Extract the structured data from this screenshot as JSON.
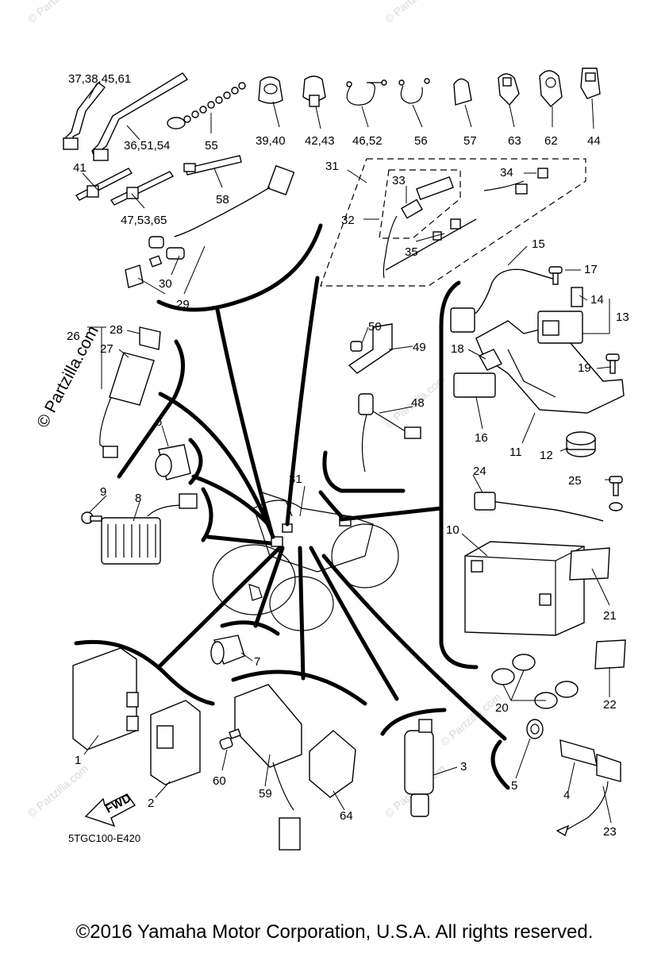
{
  "watermark": {
    "side_text": "© Partzilla.com",
    "corner_text": "© Partzilla.com"
  },
  "diagram_code": "5TGC100-E420",
  "fwd_label": "FWD",
  "copyright": "©2016 Yamaha Motor Corporation, U.S.A. All rights reserved.",
  "callouts": {
    "c37": "37,38,45,61",
    "c36": "36,51,54",
    "c55": "55",
    "c39": "39,40",
    "c42": "42,43",
    "c46": "46,52",
    "c56": "56",
    "c57": "57",
    "c63": "63",
    "c62": "62",
    "c44": "44",
    "c41": "41",
    "c47": "47,53,65",
    "c58": "58",
    "c30": "30",
    "c29": "29",
    "c31a": "31",
    "c33": "33",
    "c34": "34",
    "c32": "32",
    "c35": "35",
    "c15": "15",
    "c17": "17",
    "c14": "14",
    "c13": "13",
    "c18": "18",
    "c19": "19",
    "c16": "16",
    "c11": "11",
    "c12": "12",
    "c26": "26",
    "c28": "28",
    "c27": "27",
    "c6": "6",
    "c9": "9",
    "c8": "8",
    "c50": "50",
    "c49": "49",
    "c48": "48",
    "c31b": "31",
    "c24": "24",
    "c25": "25",
    "c10": "10",
    "c21": "21",
    "c22": "22",
    "c20": "20",
    "c7": "7",
    "c1": "1",
    "c2": "2",
    "c60": "60",
    "c59": "59",
    "c64": "64",
    "c3": "3",
    "c5": "5",
    "c4": "4",
    "c23": "23"
  }
}
